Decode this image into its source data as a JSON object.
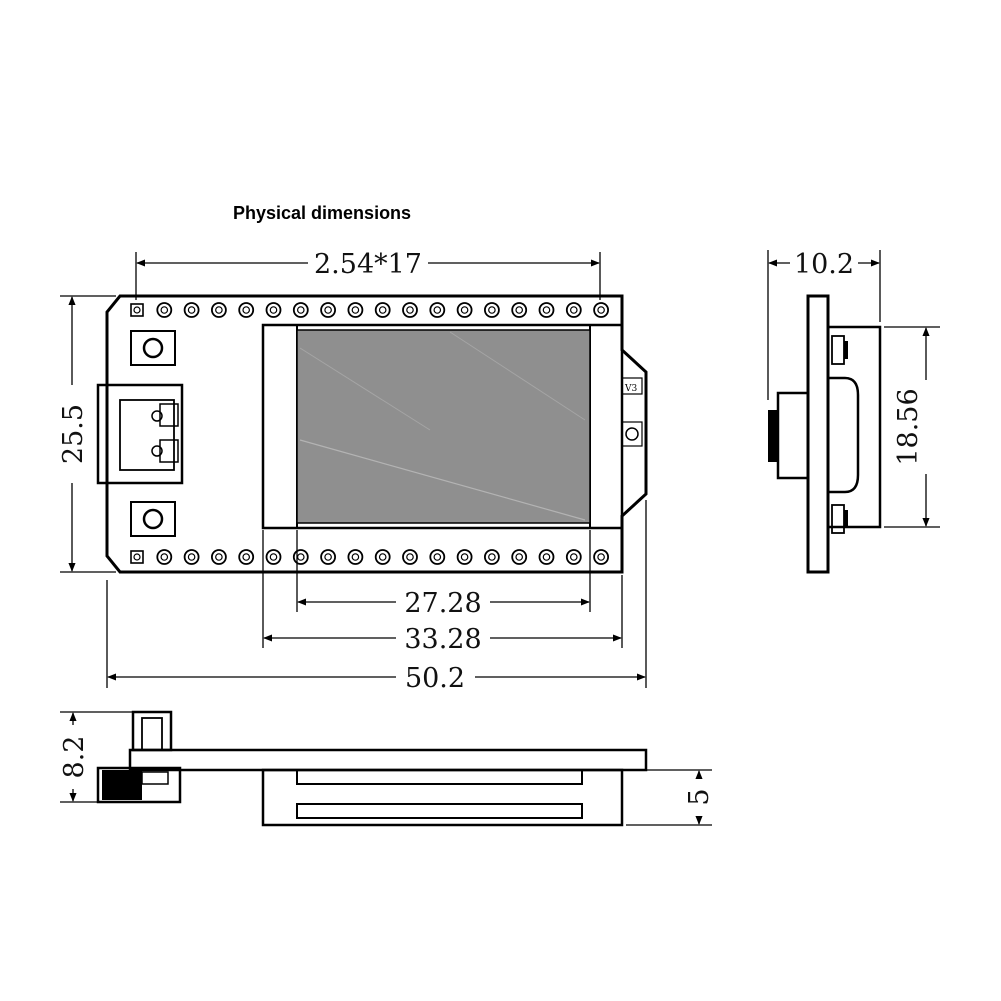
{
  "title": "Physical dimensions",
  "board_label": "V3",
  "dimensions": {
    "pin_pitch": "2.54*17",
    "board_height": "25.5",
    "screen_active_width": "27.28",
    "screen_total_width": "33.28",
    "board_length": "50.2",
    "board_thickness": "10.2",
    "screen_height": "18.56",
    "total_height": "8.2",
    "screen_module_thickness": "5"
  },
  "colors": {
    "line": "#000000",
    "screen_fill": "#8f8f8f",
    "background": "#ffffff"
  }
}
